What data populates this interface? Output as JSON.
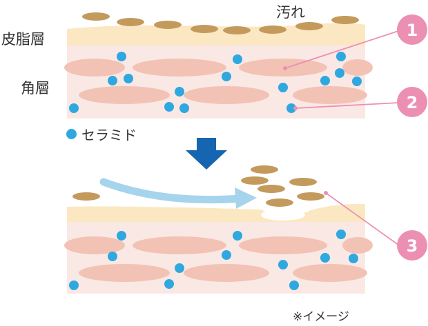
{
  "labels": {
    "dirt": "汚れ",
    "sebum_layer": "皮脂層",
    "stratum_corneum": "角層",
    "ceramide_legend": "セラミド",
    "image_note": "※イメージ"
  },
  "markers": [
    "1",
    "2",
    "3"
  ],
  "colors": {
    "sebum": "#fbe8c2",
    "horny_layer": "#fae8e4",
    "cell": "#f2c2b4",
    "ceramide": "#2fa8e0",
    "dirt": "#c49a5c",
    "marker": "#ec90b3",
    "arrow_down": "#1565b0",
    "flow_arrow": "#a6d4ec"
  }
}
